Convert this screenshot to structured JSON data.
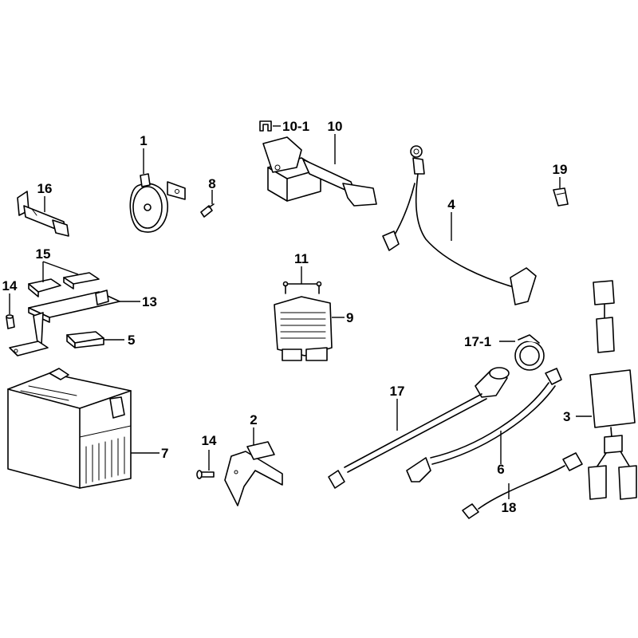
{
  "callouts": {
    "p1": "1",
    "p2": "2",
    "p3": "3",
    "p4": "4",
    "p5": "5",
    "p6": "6",
    "p7": "7",
    "p8": "8",
    "p9": "9",
    "p10": "10",
    "p10_1": "10-1",
    "p11": "11",
    "p13": "13",
    "p14a": "14",
    "p14b": "14",
    "p15": "15",
    "p16": "16",
    "p17": "17",
    "p17_1": "17-1",
    "p18": "18",
    "p19": "19"
  }
}
